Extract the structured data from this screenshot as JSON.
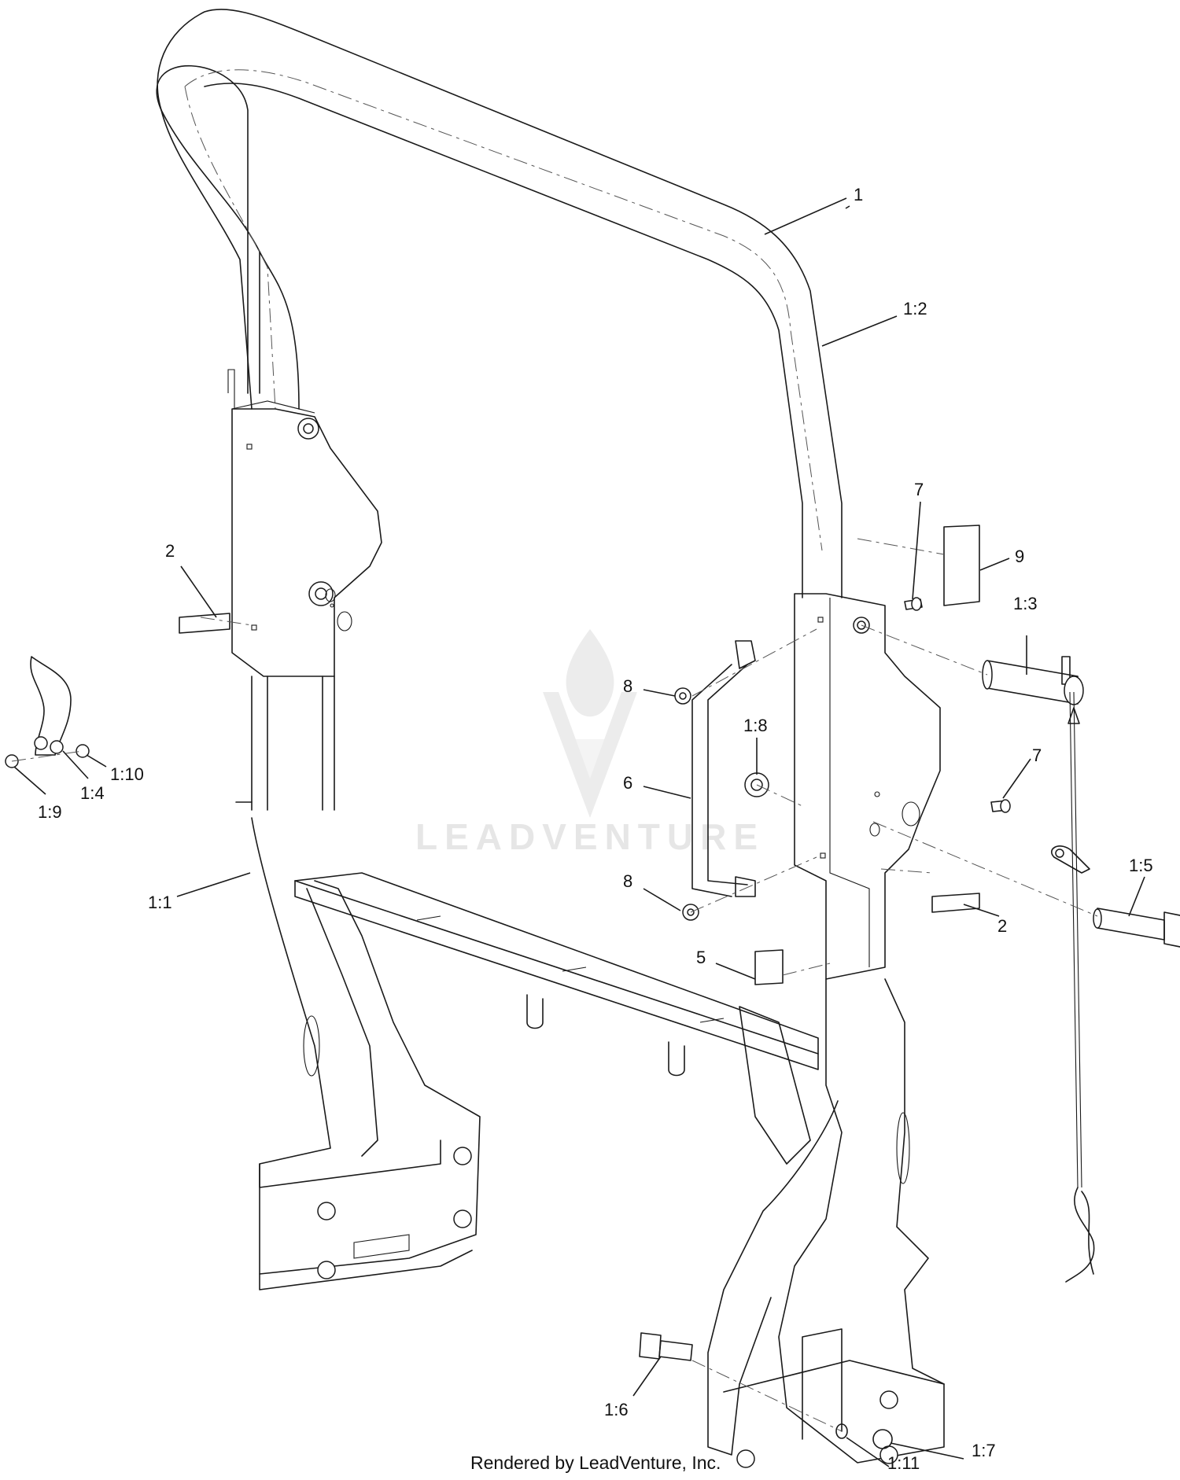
{
  "callouts": [
    {
      "id": "1",
      "label": "1"
    },
    {
      "id": "1-2",
      "label": "1:2"
    },
    {
      "id": "7a",
      "label": "7"
    },
    {
      "id": "9",
      "label": "9"
    },
    {
      "id": "1-3",
      "label": "1:3"
    },
    {
      "id": "2a",
      "label": "2"
    },
    {
      "id": "8a",
      "label": "8"
    },
    {
      "id": "1-8",
      "label": "1:8"
    },
    {
      "id": "7b",
      "label": "7"
    },
    {
      "id": "6",
      "label": "6"
    },
    {
      "id": "1-10",
      "label": "1:10"
    },
    {
      "id": "1-4",
      "label": "1:4"
    },
    {
      "id": "1-9",
      "label": "1:9"
    },
    {
      "id": "1-1",
      "label": "1:1"
    },
    {
      "id": "8b",
      "label": "8"
    },
    {
      "id": "1-5",
      "label": "1:5"
    },
    {
      "id": "2b",
      "label": "2"
    },
    {
      "id": "5",
      "label": "5"
    },
    {
      "id": "1-6",
      "label": "1:6"
    },
    {
      "id": "1-11",
      "label": "1:11"
    },
    {
      "id": "1-7",
      "label": "1:7"
    }
  ],
  "footer": {
    "text": "Rendered by LeadVenture, Inc."
  },
  "watermark": {
    "text": "LEADVENTURE"
  }
}
